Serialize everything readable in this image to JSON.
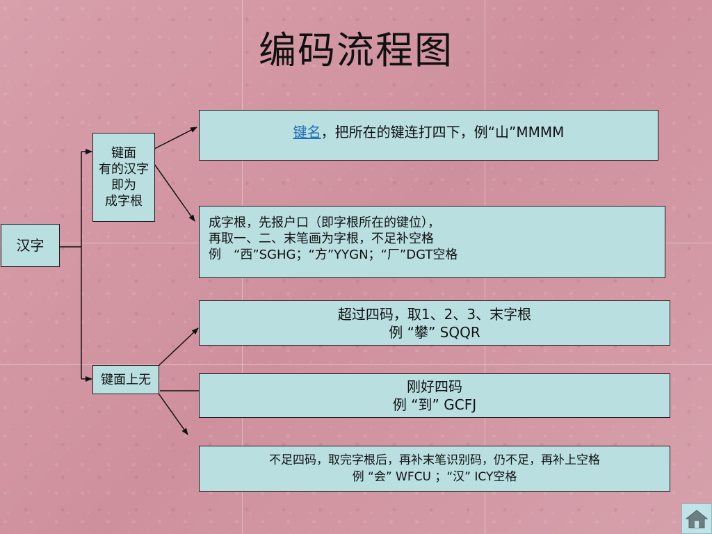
{
  "title": "编码流程图",
  "root": {
    "label": "汉字"
  },
  "keyface_has": {
    "lines": [
      "键面",
      "有的汉字",
      "即为",
      "成字根"
    ]
  },
  "keyface_none": {
    "label": "键面上无"
  },
  "key_name": {
    "link": "键名",
    "rest": "，把所在的键连打四下，例“山”MMMM"
  },
  "component_root": {
    "lines": [
      "成字根，先报户口（即字根所在的键位），",
      "再取一、二、末笔画为字根，不足补空格",
      "例　“西”SGHG；“方”YYGN；“厂”DGT空格"
    ]
  },
  "over_four": {
    "lines": [
      "超过四码，取1、2、3、末字根",
      "例 “攀” SQQR"
    ]
  },
  "exactly_four": {
    "lines": [
      "刚好四码",
      "例 “到” GCFJ"
    ]
  },
  "under_four": {
    "lines": [
      "不足四码，取完字根后，再补末笔识别码，仍不足，再补上空格",
      "例 “会” WFCU ；“汉” ICY空格"
    ]
  },
  "nav": {
    "home_icon": "home-icon"
  }
}
